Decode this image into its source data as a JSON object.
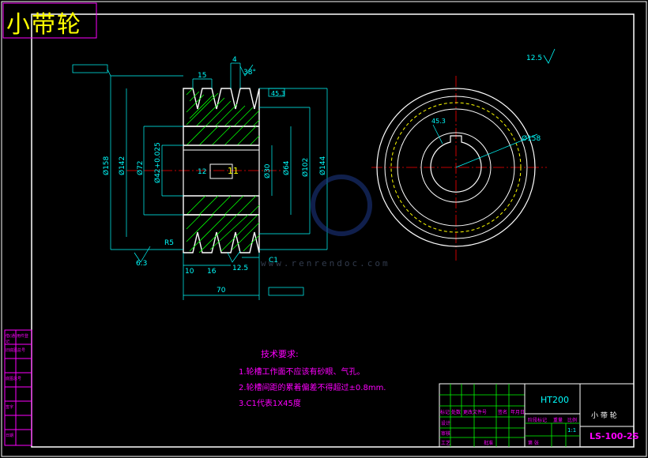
{
  "drawing": {
    "title": "小带轮",
    "watermark": "www.renrendoc.com"
  },
  "technical_requirements": {
    "heading": "技术要求:",
    "items": [
      "1.轮槽工作面不应该有砂眼、气孔。",
      "2.轮槽间距的累着偏差不得超过±0.8mm.",
      "3.C1代表1X45度"
    ]
  },
  "title_block": {
    "material": "HT200",
    "part_name": "小 带 轮",
    "drawing_no": "LS-100-2S",
    "headers": [
      "标记",
      "处数",
      "更改文件号",
      "签名",
      "年月日"
    ],
    "roles": [
      "设计",
      "审核",
      "工艺",
      "批准"
    ],
    "stage_label": "阶段标记",
    "weight_label": "重量",
    "scale_label": "比例",
    "scale_value": "1:1",
    "sheet_label": "第 张"
  },
  "side_strip_labels": [
    "借(通)用件登记",
    "旧底图总号",
    "底图总号",
    "签字",
    "日期"
  ],
  "dimensions": {
    "d158": "Ø158",
    "d142": "Ø142",
    "d72": "Ø72",
    "d42h": "Ø42+0.025",
    "d30": "Ø30",
    "d64": "Ø64",
    "d102": "Ø102",
    "d144": "Ø144",
    "w70": "70",
    "w15": "15",
    "w4": "4",
    "w10": "10",
    "w16": "16",
    "r": "R5",
    "ang": "38°",
    "rough1": "6.3",
    "rough2": "12.5",
    "keyway": "12",
    "h": "11",
    "kw_depth": "45.3",
    "key_h": "C1",
    "outer_r": "Ø158"
  },
  "colors": {
    "frame": "#ffffff",
    "dim": "#00ffff",
    "part": "#ffffff",
    "hatch": "#00ff00",
    "center": "#ff0000",
    "yellow": "#ffff00",
    "magenta": "#ff00ff",
    "blue": "#3355ff"
  }
}
